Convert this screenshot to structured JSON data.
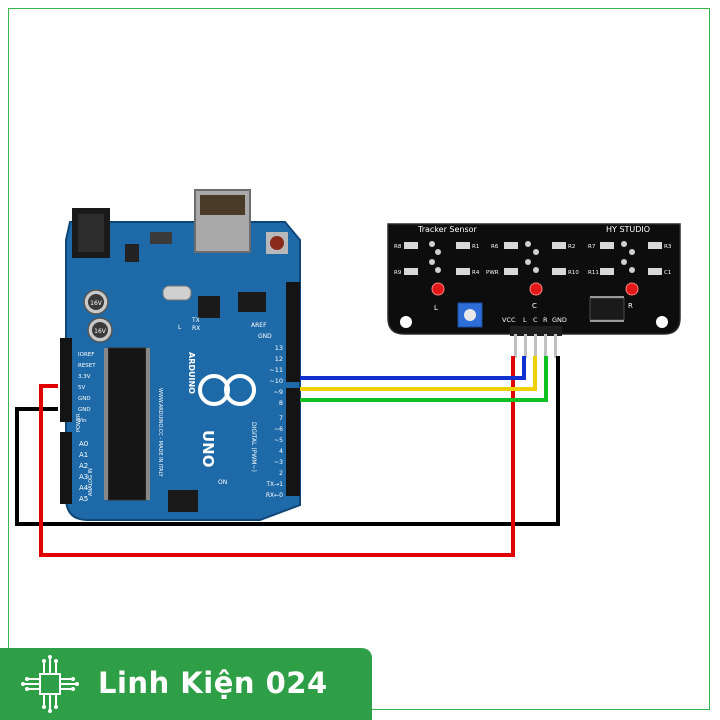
{
  "arduino": {
    "brand": "ARDUINO",
    "model": "UNO",
    "website": "WWW.ARDUINO.CC - MADE IN ITALY",
    "on_label": "ON",
    "l_label": "L",
    "tx_label": "TX",
    "rx_label": "RX",
    "aref_label": "AREF",
    "gnd_label": "GND",
    "digital_label": "DIGITAL (PWM~)",
    "power_label": "POWER",
    "analog_label": "ANALOG IN",
    "power_pins": [
      "IOREF",
      "RESET",
      "3.3V",
      "5V",
      "GND",
      "GND",
      "Vin"
    ],
    "analog_pins": [
      "A0",
      "A1",
      "A2",
      "A3",
      "A4",
      "A5"
    ],
    "digital_pins": [
      "13",
      "12",
      "~11",
      "~10",
      "~9",
      "8",
      "7",
      "~6",
      "~5",
      "4",
      "~3",
      "2",
      "TX→1",
      "RX←0"
    ],
    "cap1": "16V",
    "cap2": "16V"
  },
  "sensor": {
    "title": "Tracker Sensor",
    "maker": "HY STUDIO",
    "pin_labels": [
      "VCC",
      "L",
      "C",
      "R",
      "GND"
    ],
    "led_labels": [
      "L",
      "C",
      "R"
    ],
    "resistor_labels_top": [
      "R8",
      "R1",
      "R6",
      "R2",
      "R7",
      "R3"
    ],
    "resistor_labels_bottom": [
      "R9",
      "R4",
      "PWR",
      "R10",
      "R11",
      "C1"
    ]
  },
  "wires": {
    "vcc_color": "#e00000",
    "gnd_color": "#000000",
    "left_color": "#1030d0",
    "center_color": "#f0d000",
    "right_color": "#10c020"
  },
  "brand": {
    "name": "Linh Kiện 024",
    "bar_color": "#2e9f46"
  }
}
